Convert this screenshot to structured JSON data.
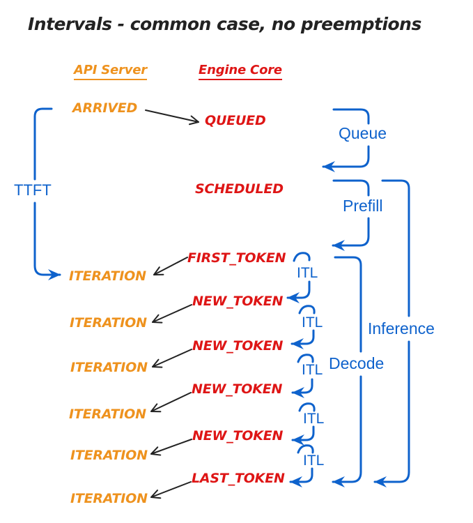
{
  "title": "Intervals - common case, no preemptions",
  "columns": {
    "api_server": "API Server",
    "engine_core": "Engine Core"
  },
  "events": {
    "arrived": "ARRIVED",
    "queued": "QUEUED",
    "scheduled": "SCHEDULED",
    "first_token": "FIRST_TOKEN",
    "new_token": "NEW_TOKEN",
    "last_token": "LAST_TOKEN",
    "iteration": "ITERATION"
  },
  "intervals": {
    "ttft": "TTFT",
    "queue": "Queue",
    "prefill": "Prefill",
    "itl": "ITL",
    "decode": "Decode",
    "inference": "Inference"
  },
  "colors": {
    "orange": "#EE921E",
    "red": "#DE1515",
    "blue": "#0E62CC",
    "ink": "#222222",
    "background": "#FFFFFF"
  }
}
